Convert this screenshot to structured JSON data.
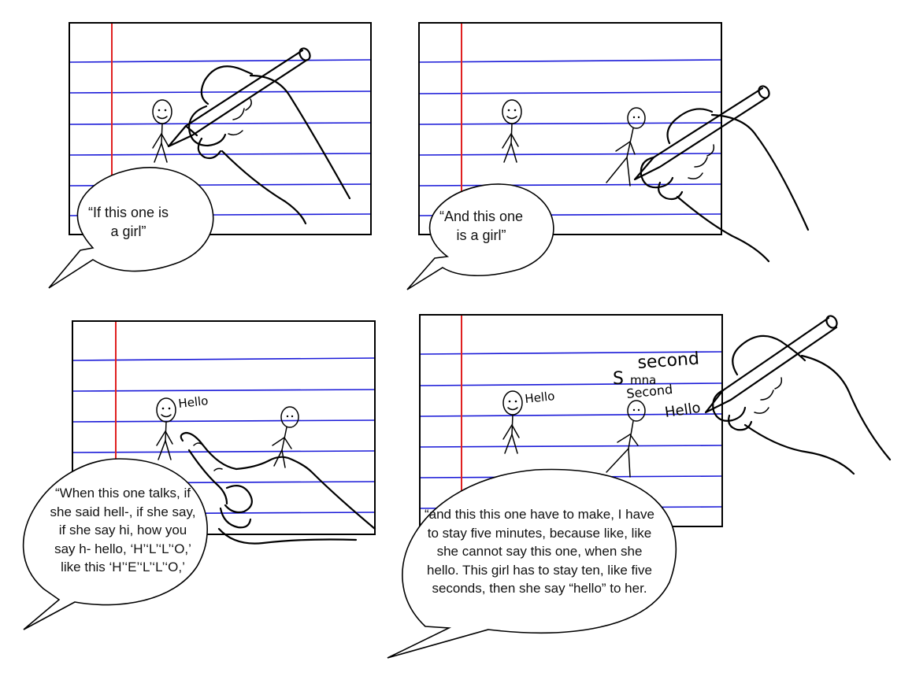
{
  "panels": [
    {
      "caption": "“If this one is\na girl”"
    },
    {
      "caption": "“And this one\nis a girl”"
    },
    {
      "caption": "“When this one talks, if\nshe said hell-, if she say,\nif she say hi, how you\nsay h- hello, ‘H’‘L’‘L’‘O,’\nlike this ‘H’‘E’‘L’‘L’‘O,’",
      "doodle_words": {
        "hello": "Hello"
      }
    },
    {
      "caption": "“and this this one have to make, I have\nto stay five minutes, because like, like\nshe cannot say this one, when she\nhello. This girl has to stay ten, like five\nseconds, then she say “hello” to her.",
      "doodle_words": {
        "hello_left": "Hello",
        "second_top": "second",
        "s_mark": "S",
        "mna": "mna",
        "second_mid": "Second",
        "hello_right": "Hello"
      }
    }
  ],
  "colors": {
    "rule_line": "#1a1ad8",
    "margin_line": "#e02020",
    "ink": "#000000",
    "paper": "#ffffff"
  }
}
